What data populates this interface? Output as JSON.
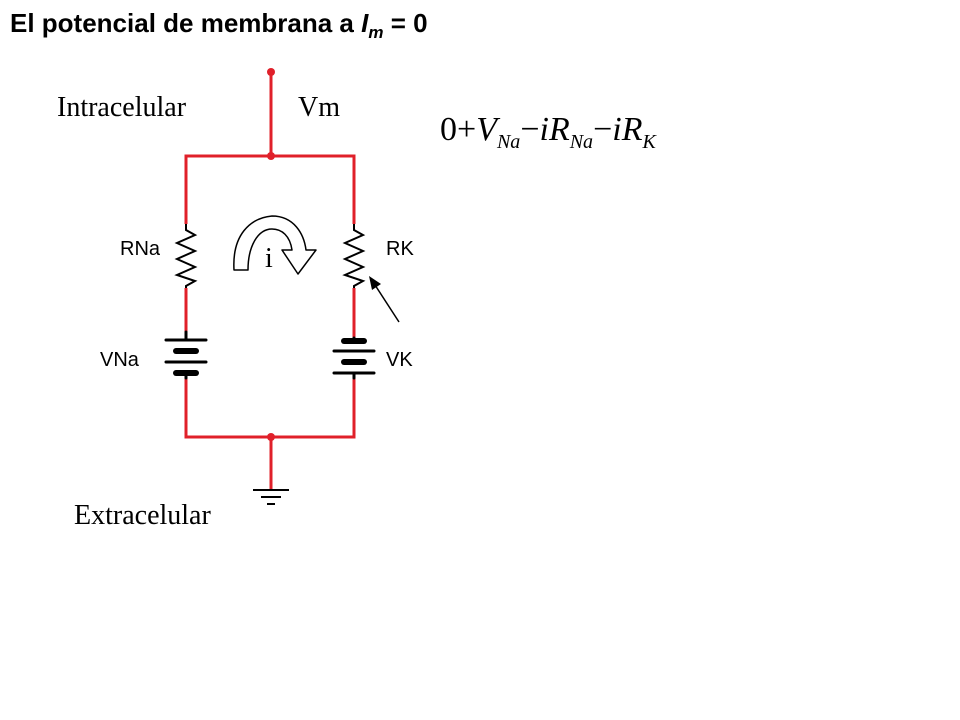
{
  "title": {
    "prefix": "El potencial de membrana a ",
    "var": "I",
    "subscript": "m",
    "suffix": " = 0"
  },
  "labels": {
    "intracelular": "Intracelular",
    "extracelular": "Extracelular",
    "vm": "Vm",
    "current": "i",
    "rna": "RNa",
    "rk": "RK",
    "vna": "VNa",
    "vk": "VK"
  },
  "equation": {
    "zero": "0",
    "plus": "+",
    "v": "V",
    "v_sub": "Na",
    "minus1": "−",
    "i1": "iR",
    "r1_sub": "Na",
    "minus2": "−",
    "i2": "iR",
    "r2_sub": "K"
  },
  "colors": {
    "wire": "#e0202a",
    "component": "#000000"
  }
}
